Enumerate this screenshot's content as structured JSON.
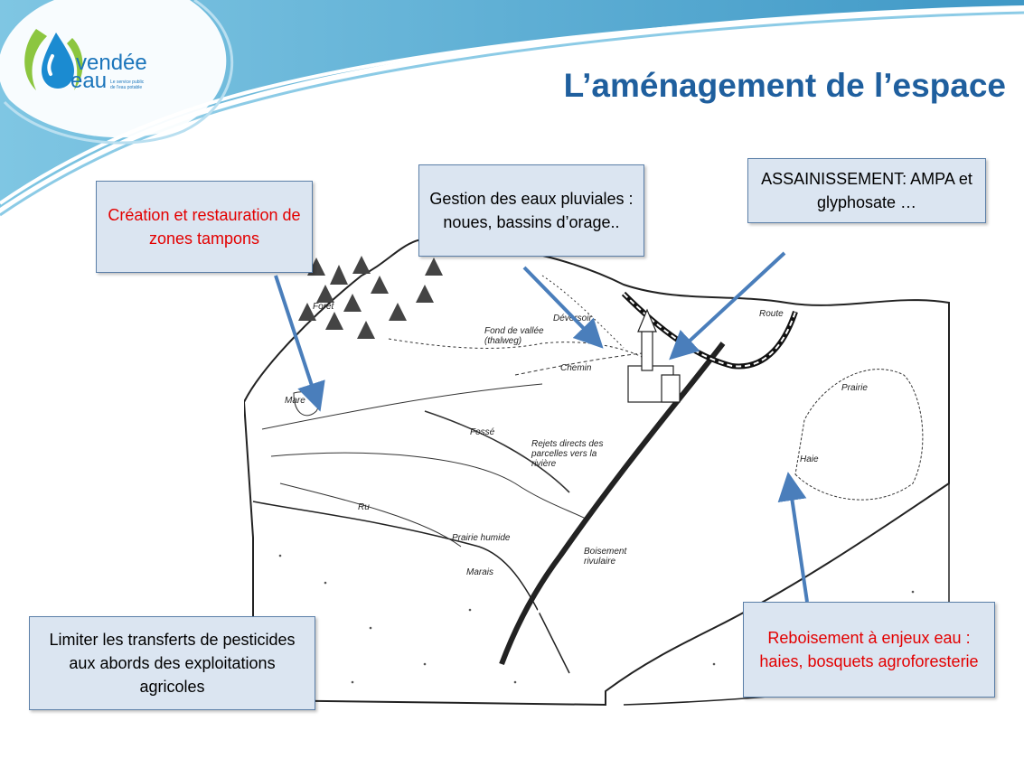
{
  "title": "L’aménagement de l’espace",
  "logo": {
    "word1": "vendée",
    "word2": "eau",
    "tagline": "Le service public de l'eau potable"
  },
  "callouts": {
    "creation": "Création et restauration de zones tampons",
    "gestion": "Gestion des eaux pluviales : noues, bassins d’orage..",
    "assainissement": "ASSAINISSEMENT: AMPA et glyphosate …",
    "limiter": "Limiter les transferts de pesticides aux abords des exploitations agricoles",
    "reboisement": "Reboisement à enjeux eau : haies, bosquets agroforesterie"
  },
  "diagram_labels": {
    "foret": "Forêt",
    "mare": "Mare",
    "fond_vallee": "Fond de vallée (thalweg)",
    "deversoir": "Déversoir",
    "chemin": "Chemin",
    "route": "Route",
    "prairie": "Prairie",
    "haie": "Haie",
    "fosse": "Fossé",
    "rejets": "Rejets directs des parcelles vers la rivière",
    "ru": "Ru",
    "prairie_humide": "Prairie humide",
    "marais": "Marais",
    "boisement": "Boisement rivulaire"
  },
  "colors": {
    "title": "#1f5f9e",
    "callout_bg": "#dbe5f1",
    "callout_border": "#5b7fa8",
    "red_text": "#e30000",
    "arrow": "#4a7ebb",
    "banner": "#5aa9cf"
  }
}
